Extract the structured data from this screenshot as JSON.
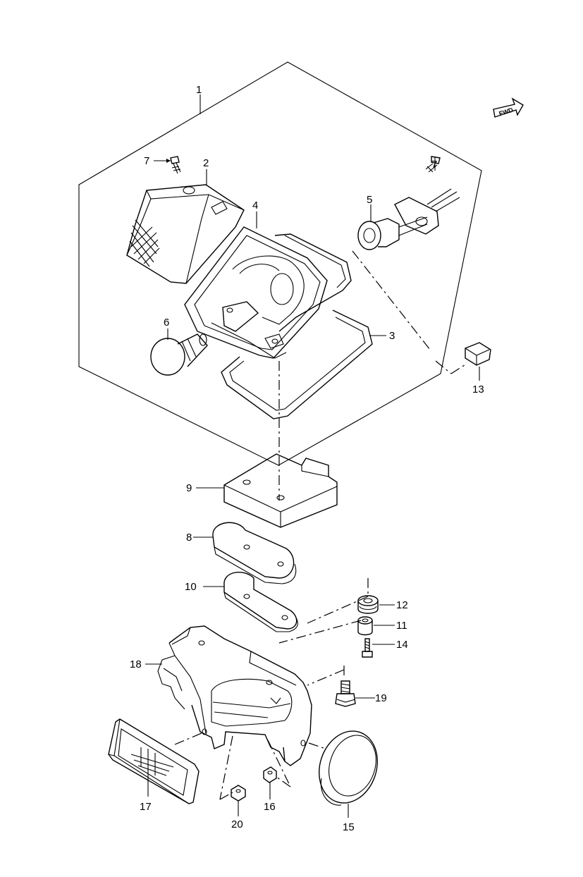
{
  "fwd_label": "FWD",
  "labels": {
    "l1": "1",
    "l2": "2",
    "l3": "3",
    "l4": "4",
    "l5": "5",
    "l6": "6",
    "l7a": "7",
    "l7b": "7",
    "l8": "8",
    "l9": "9",
    "l10": "10",
    "l11": "11",
    "l12": "12",
    "l13": "13",
    "l14": "14",
    "l15": "15",
    "l16": "16",
    "l17": "17",
    "l18": "18",
    "l19": "19",
    "l20": "20"
  }
}
